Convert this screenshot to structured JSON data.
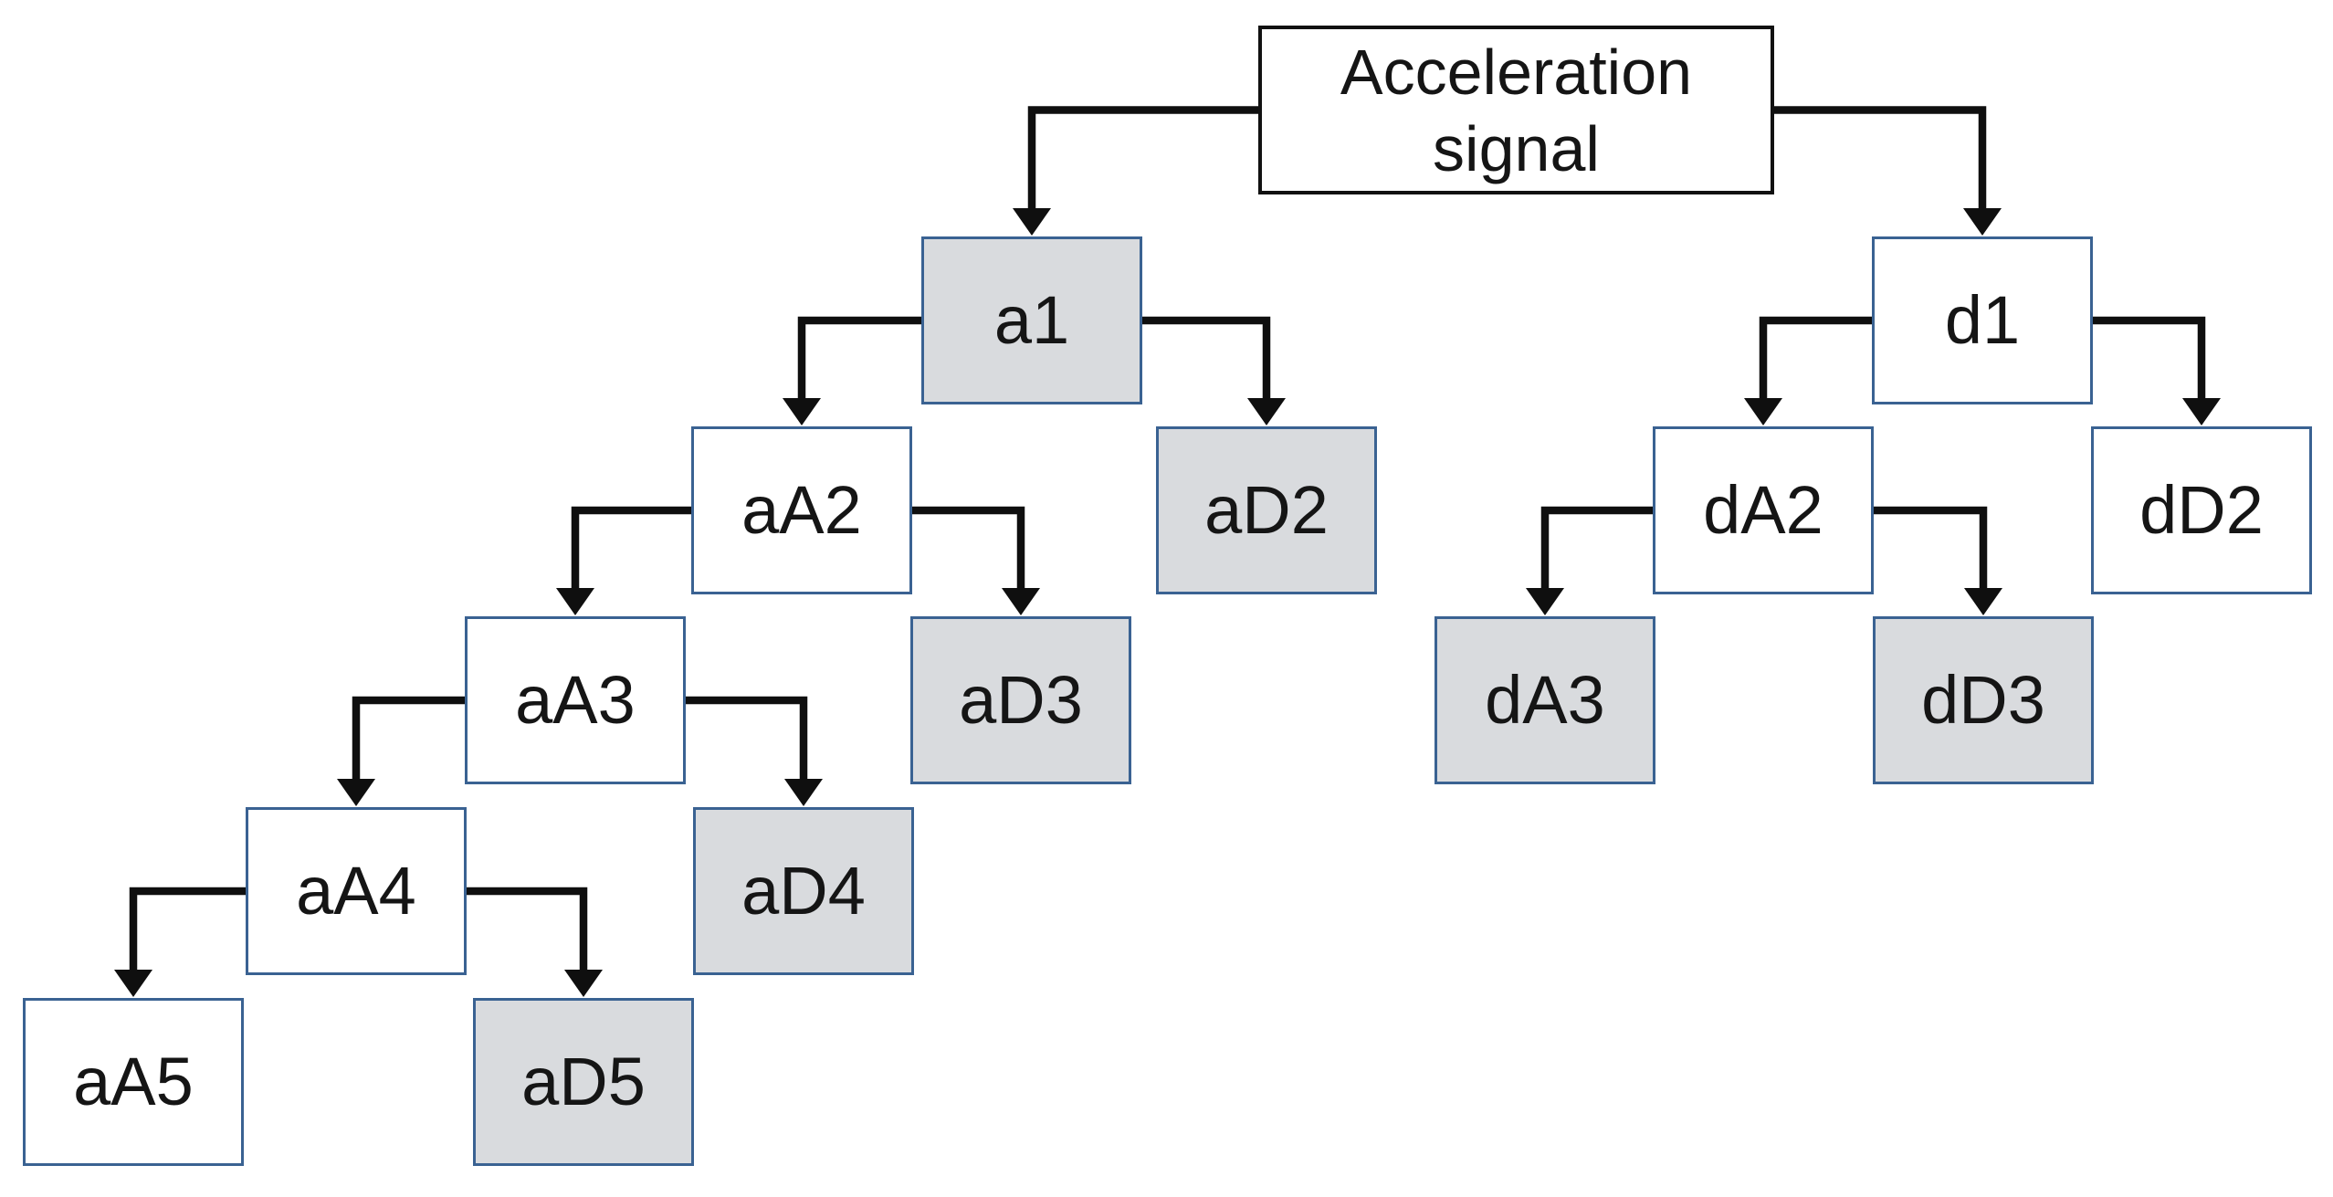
{
  "figure": {
    "description_colors": {
      "bg": "#ffffff",
      "node_border": "#3a6292",
      "root_border": "#111111",
      "gray_fill": "#d9dbde",
      "white_fill": "#ffffff",
      "arrow": "#0f0f0f",
      "text": "#151515"
    },
    "nodes": [
      {
        "id": "signal",
        "label": "Acceleration\nsignal",
        "fill": "white",
        "variant": "root"
      },
      {
        "id": "a1",
        "label": "a1",
        "fill": "gray",
        "variant": "node"
      },
      {
        "id": "d1",
        "label": "d1",
        "fill": "white",
        "variant": "node"
      },
      {
        "id": "aA2",
        "label": "aA2",
        "fill": "white",
        "variant": "node"
      },
      {
        "id": "aD2",
        "label": "aD2",
        "fill": "gray",
        "variant": "node"
      },
      {
        "id": "dA2",
        "label": "dA2",
        "fill": "white",
        "variant": "node"
      },
      {
        "id": "dD2",
        "label": "dD2",
        "fill": "white",
        "variant": "node"
      },
      {
        "id": "aA3",
        "label": "aA3",
        "fill": "white",
        "variant": "node"
      },
      {
        "id": "aD3",
        "label": "aD3",
        "fill": "gray",
        "variant": "node"
      },
      {
        "id": "dA3",
        "label": "dA3",
        "fill": "gray",
        "variant": "node"
      },
      {
        "id": "dD3",
        "label": "dD3",
        "fill": "gray",
        "variant": "node"
      },
      {
        "id": "aA4",
        "label": "aA4",
        "fill": "white",
        "variant": "node"
      },
      {
        "id": "aD4",
        "label": "aD4",
        "fill": "gray",
        "variant": "node"
      },
      {
        "id": "aA5",
        "label": "aA5",
        "fill": "white",
        "variant": "node"
      },
      {
        "id": "aD5",
        "label": "aD5",
        "fill": "gray",
        "variant": "node"
      }
    ],
    "edges": [
      {
        "from": "signal",
        "to": "a1",
        "side": "left"
      },
      {
        "from": "signal",
        "to": "d1",
        "side": "right"
      },
      {
        "from": "a1",
        "to": "aA2",
        "side": "left"
      },
      {
        "from": "a1",
        "to": "aD2",
        "side": "right"
      },
      {
        "from": "d1",
        "to": "dA2",
        "side": "left"
      },
      {
        "from": "d1",
        "to": "dD2",
        "side": "right"
      },
      {
        "from": "aA2",
        "to": "aA3",
        "side": "left"
      },
      {
        "from": "aA2",
        "to": "aD3",
        "side": "right"
      },
      {
        "from": "dA2",
        "to": "dA3",
        "side": "left"
      },
      {
        "from": "dA2",
        "to": "dD3",
        "side": "right"
      },
      {
        "from": "aA3",
        "to": "aA4",
        "side": "left"
      },
      {
        "from": "aA3",
        "to": "aD4",
        "side": "right"
      },
      {
        "from": "aA4",
        "to": "aA5",
        "side": "left"
      },
      {
        "from": "aA4",
        "to": "aD5",
        "side": "right"
      }
    ]
  }
}
